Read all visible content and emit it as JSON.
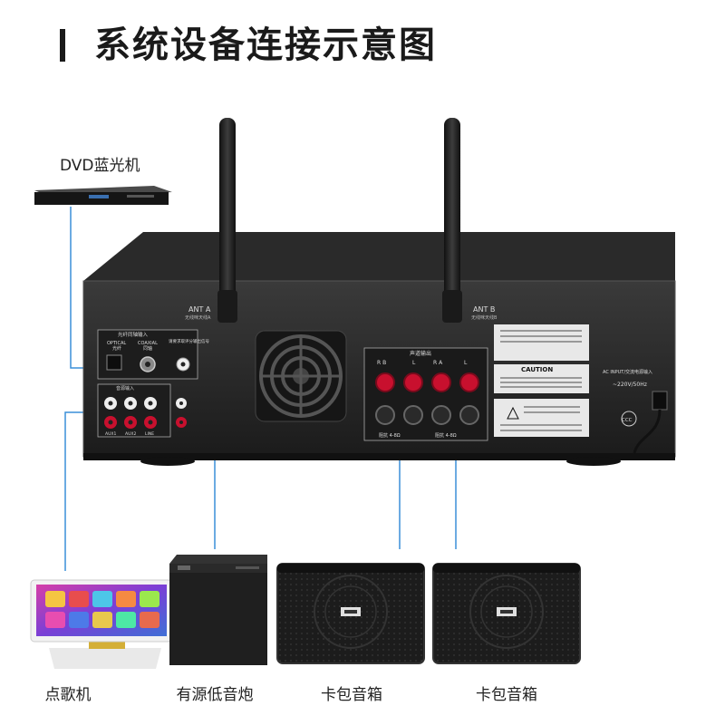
{
  "title": "系统设备连接示意图",
  "dvd_label": "DVD蓝光机",
  "amplifier": {
    "ant_a": "ANT A",
    "ant_a_sub": "无线咪天线A",
    "ant_b": "ANT B",
    "ant_b_sub": "无线咪天线B",
    "optical_header": "光纤同轴输入",
    "optical": "OPTICAL",
    "optical_cn": "光纤",
    "coaxial": "COAXIAL",
    "coaxial_cn": "同轴",
    "adjust_note": "请要求取评分输出信号",
    "input_header": "音源输入",
    "aux1": "AUX1",
    "aux2": "AUX2",
    "line": "LINE",
    "speaker_header": "声道输出",
    "r_b": "R B",
    "l_b": "L",
    "r_a": "R A",
    "l_a": "L",
    "impedance_left": "阻抗 4-8Ω",
    "impedance_right": "阻抗 4-8Ω",
    "caution": "CAUTION",
    "ac_input": "AC INPUT/交流电源输入",
    "voltage": "~220V/50Hz",
    "ccc": "CCC"
  },
  "devices": {
    "karaoke": "点歌机",
    "subwoofer": "有源低音炮",
    "speaker1": "卡包音箱",
    "speaker2": "卡包音箱"
  },
  "colors": {
    "line": "#3a8fd9",
    "chassis": "#232323",
    "red_terminal": "#c8102e"
  }
}
